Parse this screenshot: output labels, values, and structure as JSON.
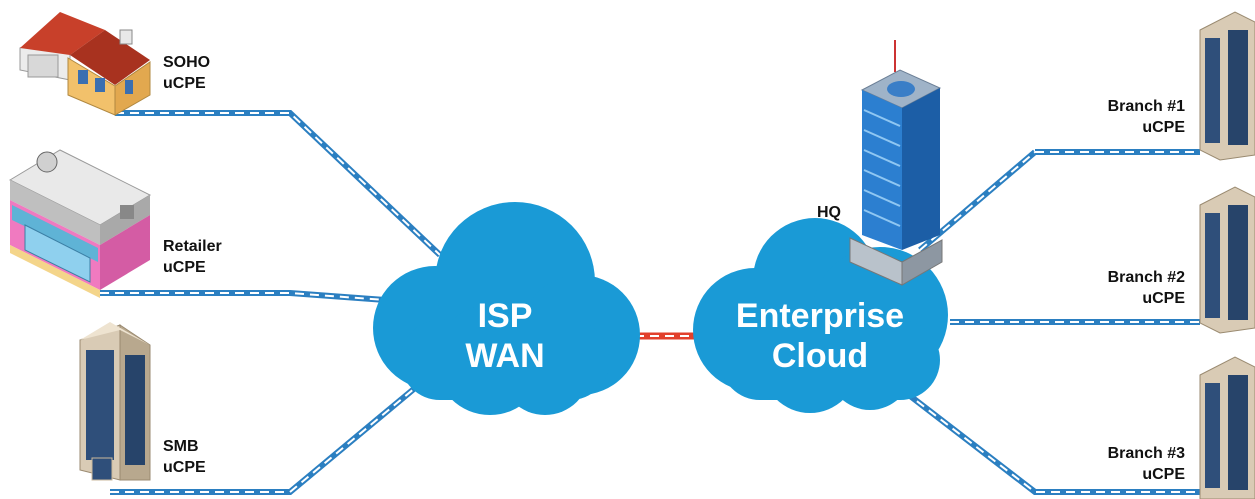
{
  "left_sites": [
    {
      "name": "SOHO",
      "device": "uCPE"
    },
    {
      "name": "Retailer",
      "device": "uCPE"
    },
    {
      "name": "SMB",
      "device": "uCPE"
    }
  ],
  "right_sites": [
    {
      "name": "Branch #1",
      "device": "uCPE"
    },
    {
      "name": "Branch #2",
      "device": "uCPE"
    },
    {
      "name": "Branch #3",
      "device": "uCPE"
    }
  ],
  "clouds": {
    "isp": {
      "line1": "ISP",
      "line2": "WAN"
    },
    "enterprise": {
      "line1": "Enterprise",
      "line2": "Cloud"
    }
  },
  "hq": {
    "label": "HQ"
  },
  "colors": {
    "cloud": "#1a9ad6",
    "link": "#2b7fc1",
    "interconnect": "#e2402c"
  }
}
